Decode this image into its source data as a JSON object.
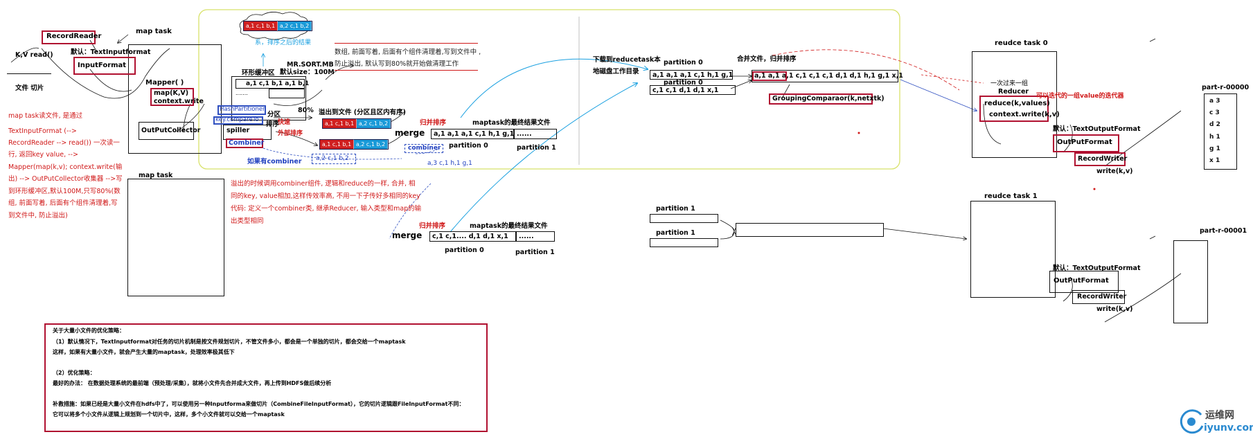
{
  "colors": {
    "red": "#d01818",
    "blue": "#1f3fbf",
    "cyan": "#1aa0e0",
    "yellow_green": "#d8e26a",
    "dark_red": "#b01030"
  },
  "map": {
    "record_reader": "RecordReader",
    "map_task": "map task",
    "kv_read": "K,V  read()",
    "file_slice": "文件 切片",
    "default_input": "默认：TextInputformat",
    "input_format": "InputFormat",
    "mapper": "Mapper( )",
    "map_kv": "map(K,V)",
    "context_write": "context.write",
    "output_collector": "OutPutCollector",
    "map_task_2": "map task"
  },
  "map_notes": [
    "map task读文件, 是通过",
    "TextInputFormat (-->",
    "RecordReader --> read()) 一次读一",
    "行, 返回key value, -->",
    "Mapper(map(k,v); context.write(输",
    "出) --> OutPutCollector收集器 -->写",
    "到环形缓冲区,默认100M,只写80%(数",
    "组, 前面写着, 后面有个组件清理着,写",
    "到文件中, 防止溢出)"
  ],
  "buffer": {
    "ring_buffer": "环形缓冲区",
    "ring_content": "a,1  c,1   b,1 a,1 b,1",
    "dots": ".......",
    "mr_sort_mb": "MR.SORT.MB",
    "default_size": "默认size：100M",
    "sorted_result": "系，排序之后的结果",
    "percent": "80%",
    "partition_label": "分区",
    "hash_partitioner": "HashPartitioner",
    "key_compare": "key.compareTo",
    "sort_label": "排序",
    "spiller": "spiller",
    "combiner": "Combiner",
    "fast_sort": "快速",
    "external_merge": "外部排序",
    "if_combiner": "如果有combiner",
    "combined_box": "a,2  c,1  b,2",
    "spill_to_file": "溢出到文件 (分区且区内有序)",
    "merge": "merge",
    "merge_sort": "归并排序",
    "map_final_file": "maptask的最终结果文件",
    "map_final_row": "a,1 a,1 a,1 c,1 h,1 g,1",
    "ellipsis": "......",
    "partition0": "partition 0",
    "partition1": "partition 1",
    "combiner_label": "combiner",
    "combiner_result": "a,3  c,1  h,1  g,1",
    "chip_a": "a,1  c,1  b,1",
    "chip_b": "a,2  c,1  b,2"
  },
  "buffer_notes": [
    "数组, 前面写着, 后面有个组件清理着,写到文件中 ,",
    "防止溢出, 默认写到80%就开始做清理工作"
  ],
  "combiner_notes": [
    "溢出的时候调用combiner组件, 逻辑和reduce的一样, 合并, 相",
    "同的key, value相加,这样传效率高, 不用一下子传好多相同的key",
    "代码: 定义一个combiner类, 继承Reducer, 输入类型和map的输",
    "出类型相同"
  ],
  "second_map": {
    "merge": "merge",
    "merge_sort": "归并排序",
    "final_file": "maptask的最终结果文件",
    "row": "c,1 c,1.... d,1  d,1 x,1",
    "ellipsis": "......",
    "partition0": "partition 0",
    "partition1": "partition 1"
  },
  "reduce": {
    "download": "下载到reducetask本",
    "local_dir": "地磁盘工作目录",
    "partition0": "partition 0",
    "p0_row1": "a,1 a,1 a,1 c,1 h,1 g,1",
    "partition0b": "partition 0",
    "p0_row2": "c,1 c,1     d,1 d,1 x,1",
    "merged_file": "合并文件，归并排序",
    "merged_row": "a,1 a,1 a,1  c,1  c,1 c,1   d,1 d,1    h,1 g,1   x,1",
    "grouping": "GroupingComparaor(k,netxtk)",
    "task0": "reudce task 0",
    "once_group": "一次过来一组",
    "reducer": "Reducer",
    "reduce_kv": "reduce(k,values)",
    "iterator_note": "可以迭代的一组value的迭代器",
    "context_write": "context.write(k,v)",
    "default_output": "默认：TextOutputFormat",
    "output_format": "OutPutFormat",
    "record_writer": "RecordWriter",
    "write_kv": "write(k,v)",
    "part0": "part-r-00000",
    "part0_rows": [
      "a  3",
      "c  3",
      "d  2",
      "h  1",
      "g  1",
      "x  1"
    ],
    "task1": "reudce task 1",
    "partition1a": "partition  1",
    "partition1b": "partition  1",
    "default_output2": "默认：TextOutputFormat",
    "output_format2": "OutPutFormat",
    "record_writer2": "RecordWriter",
    "write_kv2": "write(k,v)",
    "part1": "part-r-00001"
  },
  "strategy": {
    "title": "关于大量小文件的优化策略：",
    "lines": [
      "（1）默认情况下，TextInputformat对任务的切片机制是按文件规划切片，不管文件多小，都会是一个单独的切片，都会交给一个maptask",
      "这样，如果有大量小文件，就会产生大量的maptask，处理效率极其低下",
      "",
      "（2）优化策略：",
      "最好的办法：  在数据处理系统的最前端（预处理/采集），就将小文件先合并成大文件，再上传到HDFS做后续分析",
      "",
      "补救措施：如果已经是大量小文件在hdfs中了，可以使用另一种Inputforma来做切片（CombineFileInputFormat），它的切片逻辑跟FileInputFormat不同：",
      "                              它可以将多个小文件从逻辑上规划到一个切片中，这样，多个小文件就可以交给一个maptask"
    ]
  },
  "watermark": {
    "cn": "运维网",
    "url": "iyunv.com"
  }
}
